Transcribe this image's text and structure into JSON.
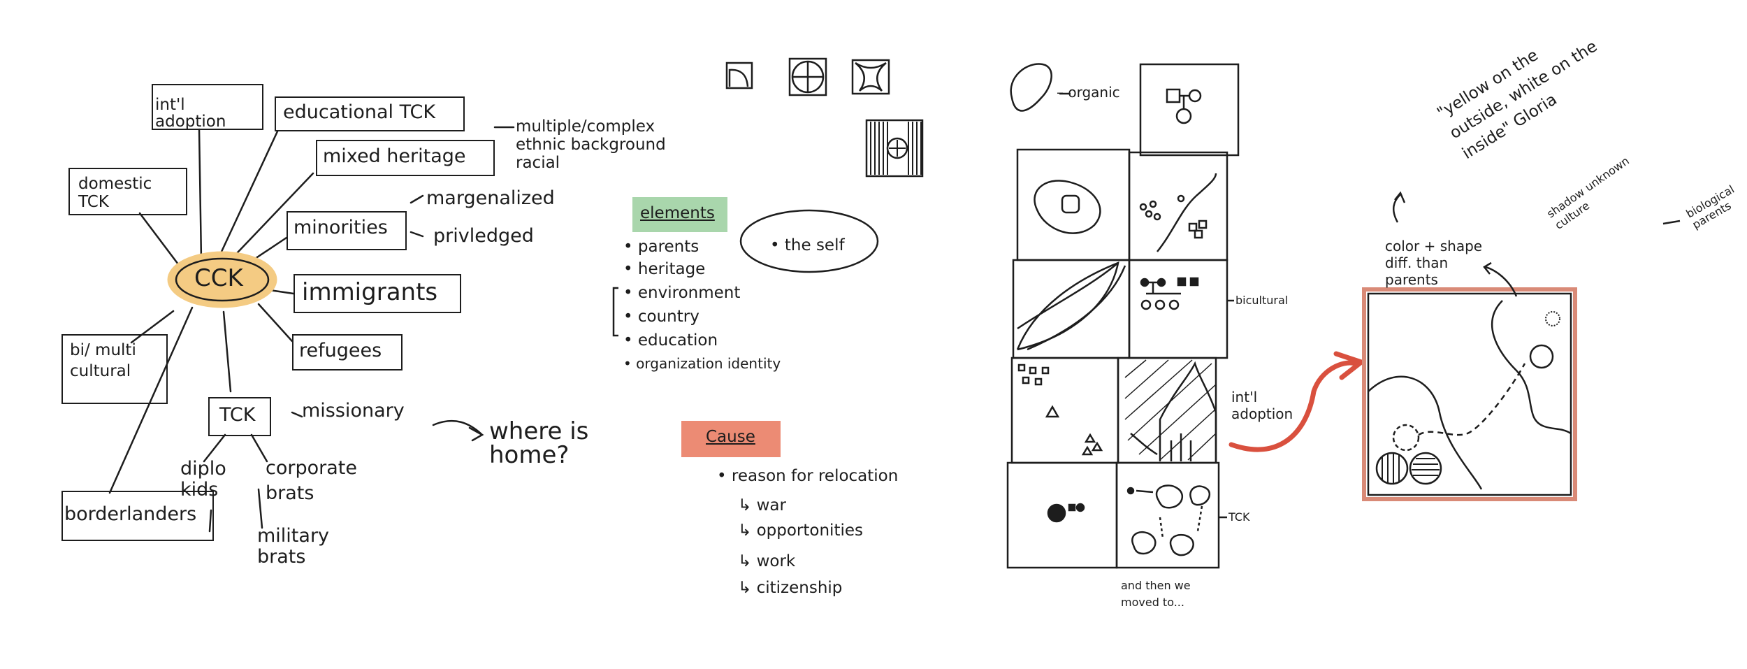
{
  "mindmap": {
    "center": "CCK",
    "nodes": {
      "intl_adoption": "int'l adoption",
      "educational_tck": "educational TCK",
      "mixed_heritage": "mixed heritage",
      "complex_bg": "multiple/complex ethnic background racial",
      "domestic_tck": "domestic TCK",
      "minorities": "minorities",
      "marginalized": "margenalized",
      "privileged": "privledged",
      "immigrants": "immigrants",
      "refugees": "refugees",
      "bi_multi": "bi/ multi cultural",
      "tck": "TCK",
      "missionary": "missionary",
      "where_home": "where is home?",
      "diplo_kids": "diplo kids",
      "corporate_brats": "corporate brats",
      "military_brats": "military brats",
      "borderlanders": "borderlanders"
    }
  },
  "elements": {
    "title": "elements",
    "items": [
      "parents",
      "heritage",
      "environment",
      "country",
      "education",
      "organization identity"
    ],
    "self": "the self"
  },
  "cause": {
    "title": "Cause",
    "lead": "reason for relocation",
    "items": [
      "war",
      "opportonities",
      "work",
      "citizenship"
    ]
  },
  "grid_labels": {
    "organic": "organic",
    "bicultural": "bicultural",
    "intl_adoption": "int'l adoption",
    "tck": "TCK",
    "and_then": "and then we moved to..."
  },
  "final_panel": {
    "quote": "\"yellow on the outside, white on the inside\" Gloria",
    "color_shape": "color + shape diff. than parents",
    "shadow": "shadow unknown culture",
    "bio_parents": "biological parents"
  },
  "colors": {
    "cck_fill": "#f4cb83",
    "elements_tag": "#a9d6ac",
    "cause_tag": "#ec8b74",
    "arrow": "#d9503e",
    "panel_border": "#d98a77"
  }
}
